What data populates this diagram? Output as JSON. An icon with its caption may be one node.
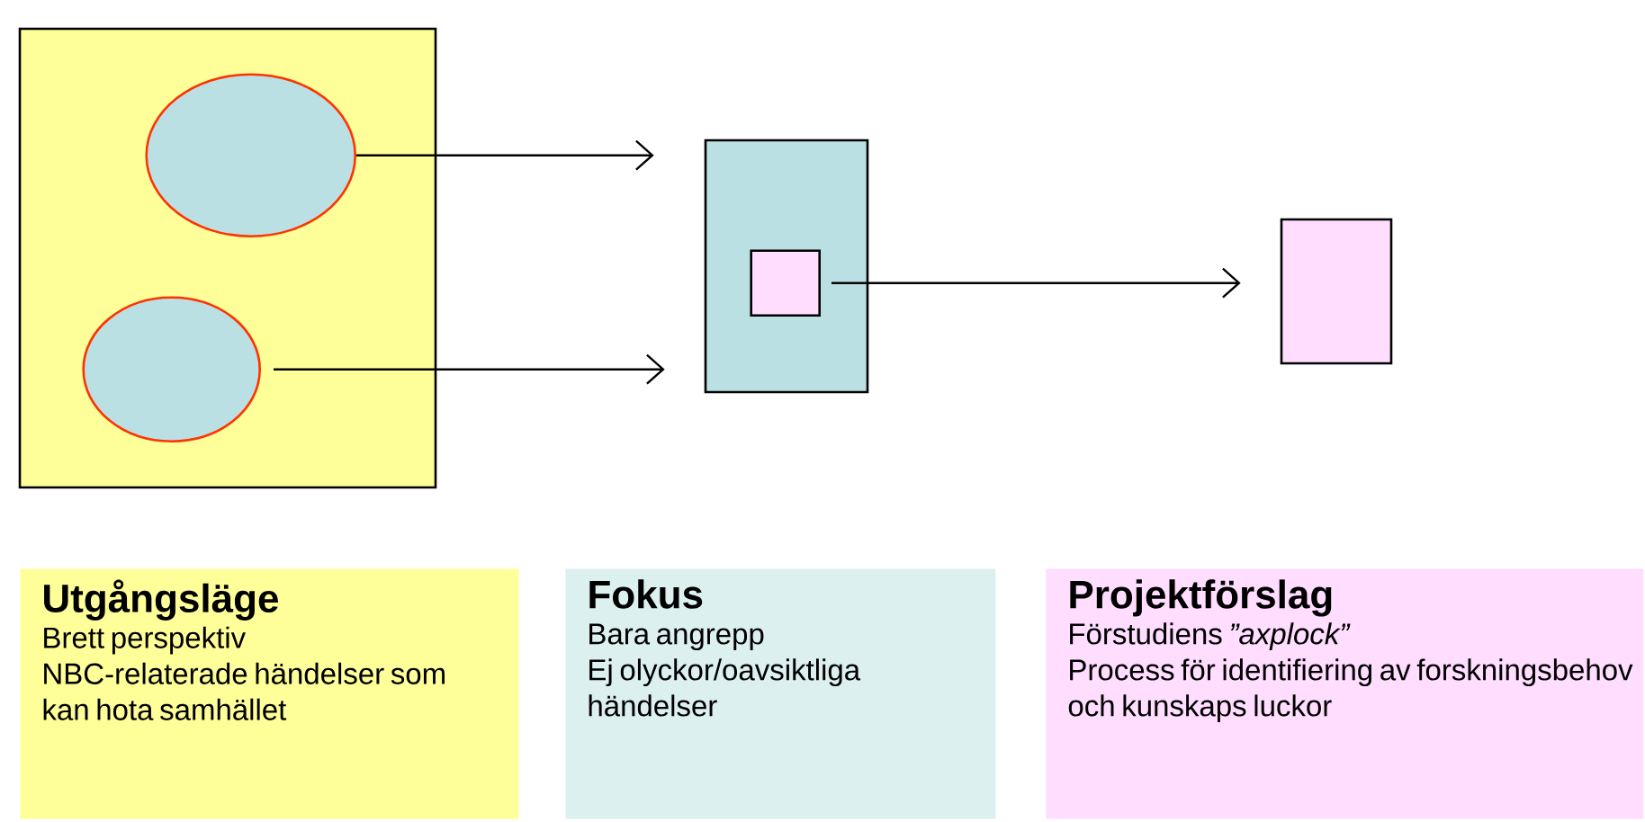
{
  "diagram": {
    "nodes": [
      {
        "text": [],
        "shape": "box"
      },
      {
        "text": [],
        "shape": "ellipse",
        "in": 0
      },
      {
        "text": [],
        "shape": "ellipse",
        "in": 0
      },
      {
        "text": [],
        "shape": "box"
      },
      {
        "text": [],
        "shape": "box",
        "in": 3
      },
      {
        "text": [],
        "shape": "box"
      },
      {
        "text": [
          "Utgångsläge",
          "Brett perspektiv",
          "NBC-relaterade händelser som kan hota samhället"
        ]
      },
      {
        "text": [
          "Fokus",
          "Bara angrepp",
          "Ej olyckor/oavsiktliga händelser"
        ]
      },
      {
        "text": [
          "Projektförslag",
          "Förstudiens *”axplock”*",
          "Process för identifiering av forskningsbehov och kunskaps luckor"
        ]
      }
    ],
    "edges": [
      {
        "from": 1,
        "to": 3,
        "arrow": "to"
      },
      {
        "from": 2,
        "to": 3,
        "arrow": "to"
      },
      {
        "from": 4,
        "to": 5,
        "arrow": "to"
      }
    ]
  }
}
